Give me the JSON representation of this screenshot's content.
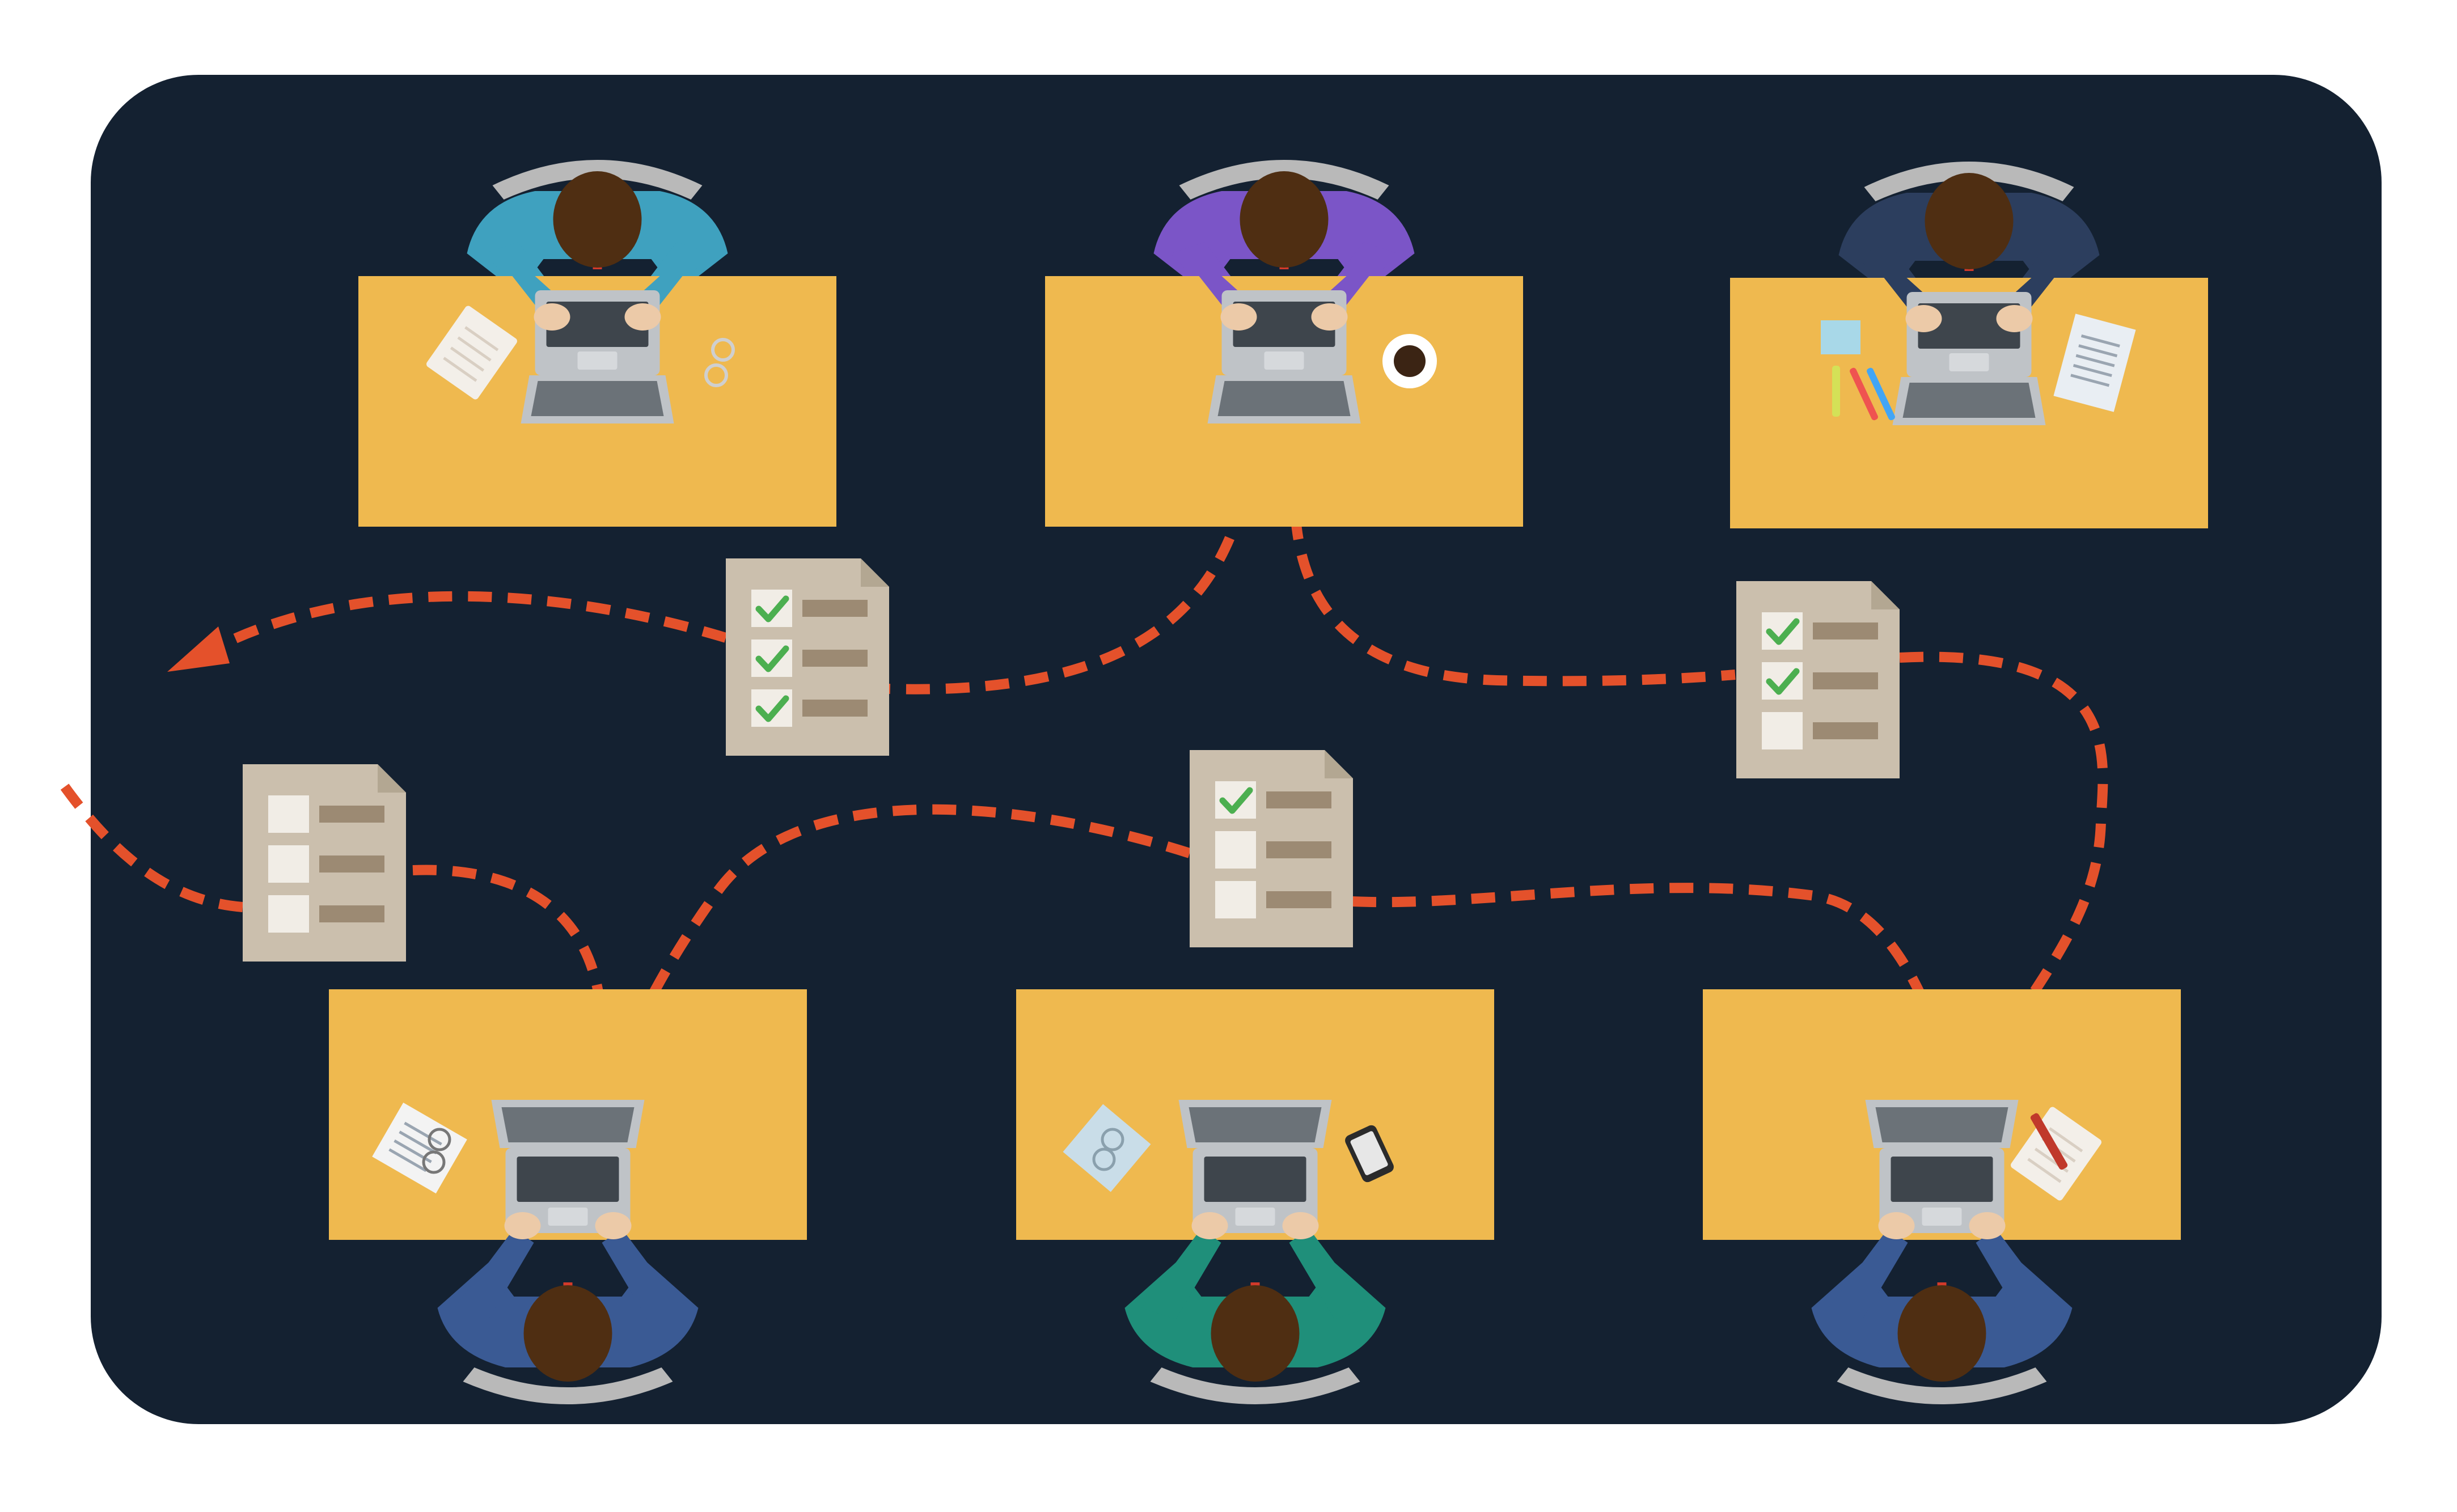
{
  "colors": {
    "page_bg": "#ffffff",
    "board_bg": "#142131",
    "desk": "#efb94f",
    "desk_edge": "#e4a83c",
    "chair": "#b9b9b9",
    "chair_dark": "#8f8f8f",
    "hair": "#4f2e12",
    "skin": "#eccaa8",
    "laptop_body": "#bfc3c7",
    "laptop_screen": "#6b7278",
    "laptop_keys": "#3e454c",
    "doc_bg": "#cbbfad",
    "doc_fold": "#b3a792",
    "doc_line": "#9c8a73",
    "doc_box": "#f1ede6",
    "check": "#4caf50",
    "arrow": "#e4512b",
    "tie": "#d23a2a"
  },
  "workers": [
    {
      "row": "top",
      "shirt": "#3fa1bf",
      "accessory_left": "notepad-icon",
      "accessory_right": "glasses-icon"
    },
    {
      "row": "top",
      "shirt": "#7b55c7",
      "accessory_left": "",
      "accessory_right": "coffee-cup-icon"
    },
    {
      "row": "top",
      "shirt": "#2c3e5e",
      "accessory_left": "pens-icon",
      "accessory_right": "paper-sheet-icon"
    },
    {
      "row": "bottom",
      "shirt": "#3a5a94",
      "accessory_left": "papers-glasses-icon",
      "accessory_right": ""
    },
    {
      "row": "bottom",
      "shirt": "#1f8f7a",
      "accessory_left": "glasses-card-icon",
      "accessory_right": "smartphone-icon"
    },
    {
      "row": "bottom",
      "shirt": "#3a5a94",
      "accessory_left": "",
      "accessory_right": "notepad-pen-icon"
    }
  ],
  "documents": [
    {
      "checks": [
        true,
        true,
        true
      ]
    },
    {
      "checks": [
        true,
        true,
        false
      ]
    },
    {
      "checks": [
        false,
        false,
        false
      ]
    },
    {
      "checks": [
        true,
        false,
        false
      ]
    }
  ]
}
